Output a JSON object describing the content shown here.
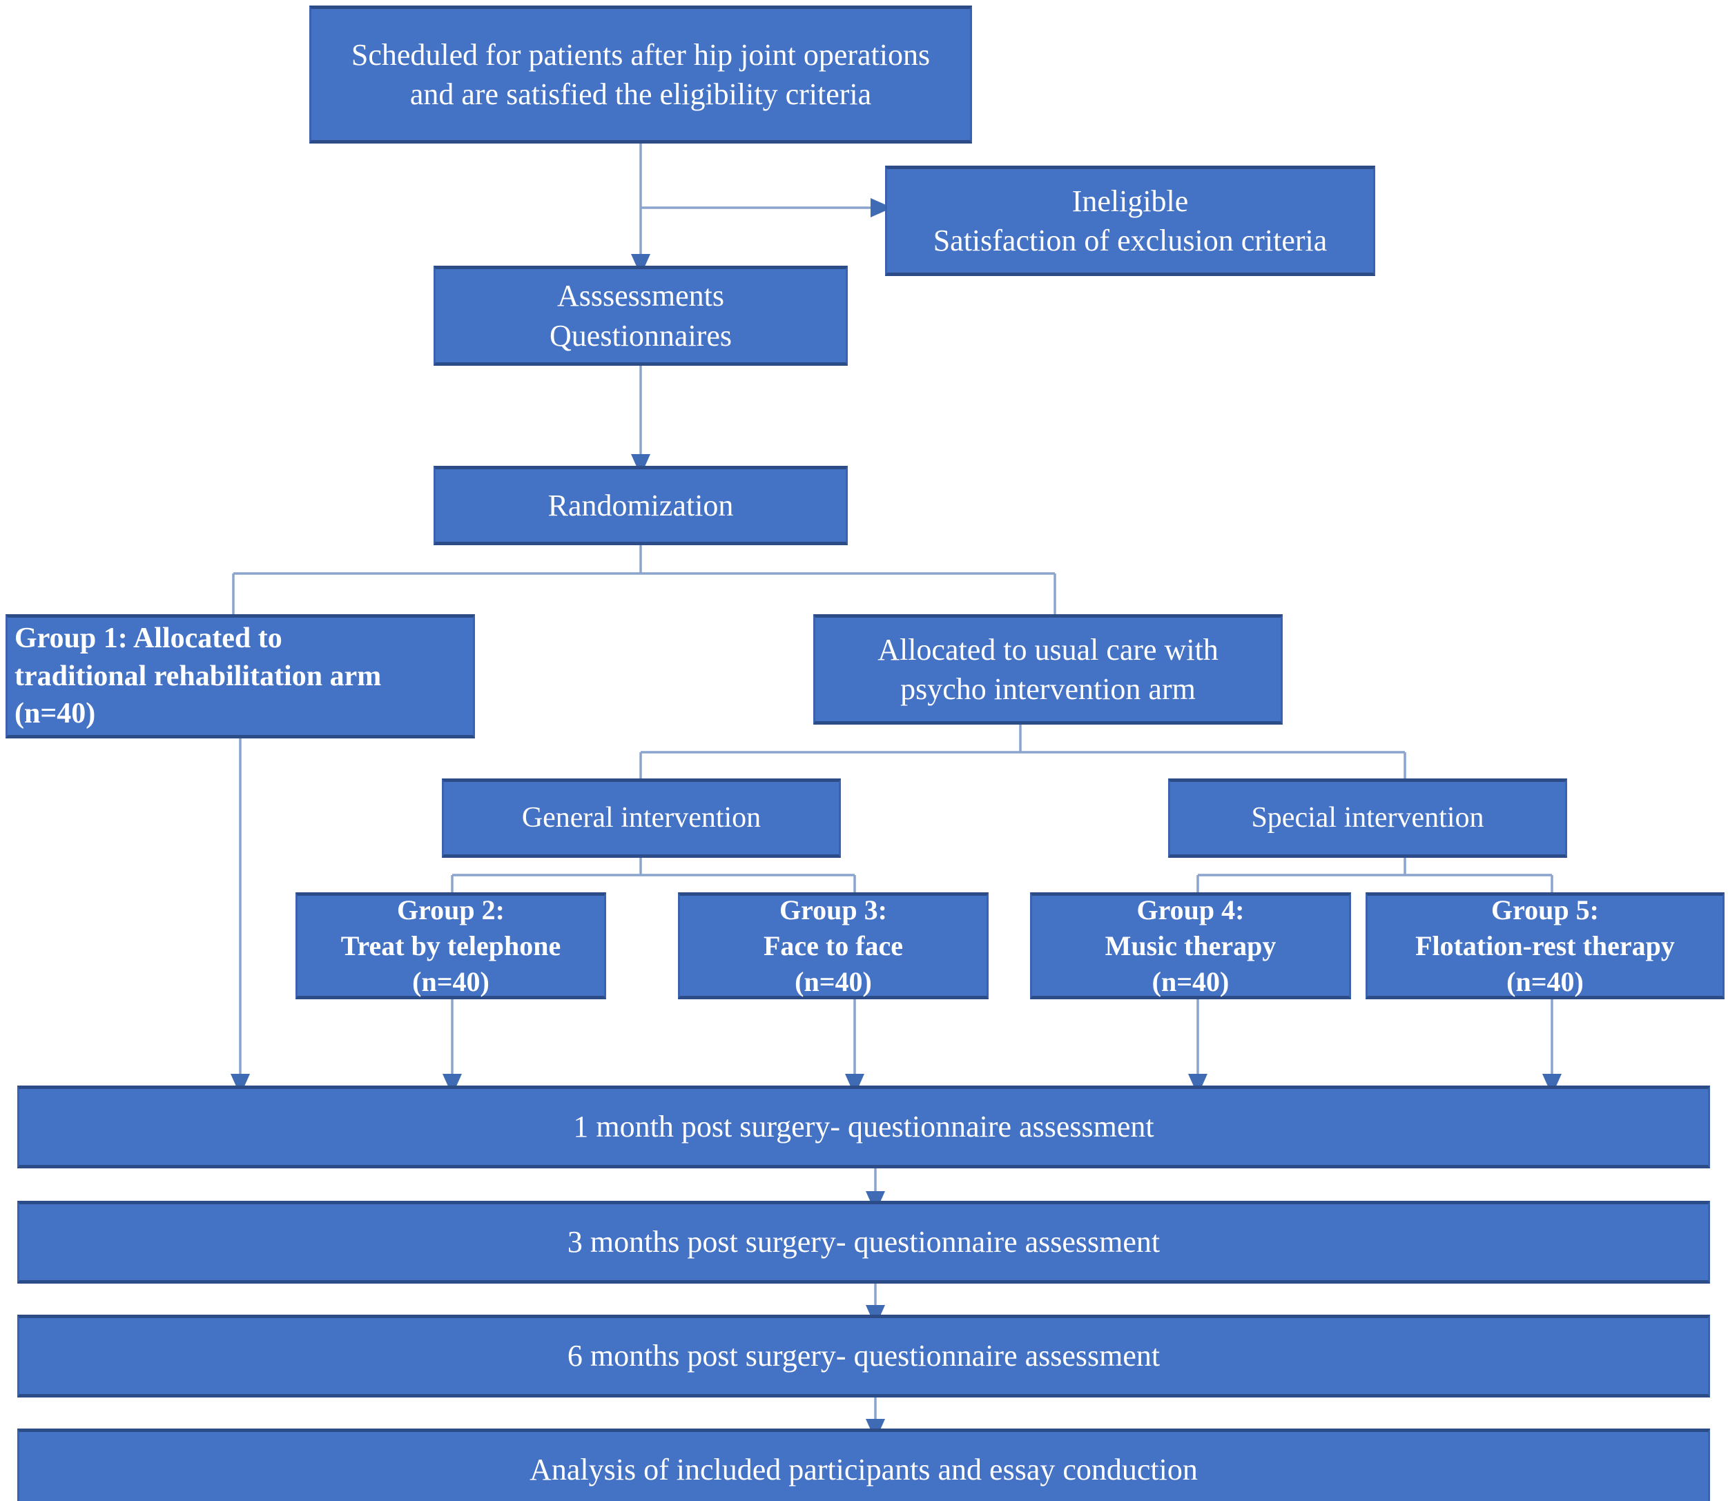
{
  "diagram": {
    "type": "consort-flow-diagram",
    "title": "Trial flow diagram",
    "colors": {
      "box_fill": "#4472C4",
      "box_border": "#2B4C86",
      "box_text": "#FFFFFF",
      "connector": "#7F9BC8",
      "background": "#FFFFFF"
    },
    "nodes": [
      {
        "id": "screening",
        "label": "Scheduled for patients after hip joint operations and are satisfied the eligibility criteria",
        "lines": [
          "Scheduled for patients after hip joint operations",
          "and are satisfied the eligibility criteria"
        ],
        "bold": false,
        "align": "center"
      },
      {
        "id": "ineligible",
        "label": "Ineligible Satisfaction of exclusion criteria",
        "lines": [
          "Ineligible",
          "Satisfaction of exclusion criteria"
        ],
        "bold": false,
        "align": "center"
      },
      {
        "id": "assessments",
        "label": "Asssessments Questionnaires",
        "lines": [
          "Asssessments",
          "Questionnaires"
        ],
        "bold": false,
        "align": "center"
      },
      {
        "id": "randomization",
        "label": "Randomization",
        "lines": [
          "Randomization"
        ],
        "bold": false,
        "align": "center"
      },
      {
        "id": "group1",
        "label": "Group 1: Allocated to traditional rehabilitation arm (n=40)",
        "lines": [
          "Group 1: Allocated to",
          "traditional rehabilitation arm",
          "(n=40)"
        ],
        "bold": true,
        "align": "left"
      },
      {
        "id": "usual-care",
        "label": "Allocated to usual care with psycho intervention arm",
        "lines": [
          "Allocated to usual care with",
          "psycho intervention arm"
        ],
        "bold": false,
        "align": "center"
      },
      {
        "id": "general-intervention",
        "label": "General intervention",
        "lines": [
          "General intervention"
        ],
        "bold": false,
        "align": "center"
      },
      {
        "id": "special-intervention",
        "label": "Special intervention",
        "lines": [
          "Special intervention"
        ],
        "bold": false,
        "align": "center"
      },
      {
        "id": "group2",
        "label": "Group 2: Treat by telephone (n=40)",
        "lines": [
          "Group 2:",
          "Treat by telephone",
          "(n=40)"
        ],
        "bold": true,
        "align": "center"
      },
      {
        "id": "group3",
        "label": "Group 3: Face to face (n=40)",
        "lines": [
          "Group 3:",
          "Face to face",
          "(n=40)"
        ],
        "bold": true,
        "align": "center"
      },
      {
        "id": "group4",
        "label": "Group 4: Music therapy (n=40)",
        "lines": [
          "Group 4:",
          "Music therapy",
          "(n=40)"
        ],
        "bold": true,
        "align": "center"
      },
      {
        "id": "group5",
        "label": "Group 5: Flotation-rest therapy (n=40)",
        "lines": [
          "Group 5:",
          "Flotation-rest therapy",
          "(n=40)"
        ],
        "bold": true,
        "align": "center"
      },
      {
        "id": "followup-1month",
        "label": "1 month post surgery- questionnaire assessment",
        "lines": [
          "1 month post surgery- questionnaire assessment"
        ],
        "bold": false,
        "align": "center"
      },
      {
        "id": "followup-3months",
        "label": "3 months post surgery- questionnaire assessment",
        "lines": [
          "3 months post surgery- questionnaire assessment"
        ],
        "bold": false,
        "align": "center"
      },
      {
        "id": "followup-6months",
        "label": "6 months post surgery- questionnaire assessment",
        "lines": [
          "6 months post surgery- questionnaire assessment"
        ],
        "bold": false,
        "align": "center"
      },
      {
        "id": "analysis",
        "label": "Analysis of included participants and essay conduction",
        "lines": [
          "Analysis of included participants and essay conduction"
        ],
        "bold": false,
        "align": "center"
      }
    ],
    "edges": [
      {
        "from": "screening",
        "to": "assessments",
        "style": "arrow-down"
      },
      {
        "from": "screening",
        "to": "ineligible",
        "style": "arrow-right"
      },
      {
        "from": "assessments",
        "to": "randomization",
        "style": "arrow-down"
      },
      {
        "from": "randomization",
        "to": "group1",
        "style": "split"
      },
      {
        "from": "randomization",
        "to": "usual-care",
        "style": "split"
      },
      {
        "from": "usual-care",
        "to": "general-intervention",
        "style": "split"
      },
      {
        "from": "usual-care",
        "to": "special-intervention",
        "style": "split"
      },
      {
        "from": "general-intervention",
        "to": "group2",
        "style": "split"
      },
      {
        "from": "general-intervention",
        "to": "group3",
        "style": "split"
      },
      {
        "from": "special-intervention",
        "to": "group4",
        "style": "split"
      },
      {
        "from": "special-intervention",
        "to": "group5",
        "style": "split"
      },
      {
        "from": "group1",
        "to": "followup-1month",
        "style": "arrow-down"
      },
      {
        "from": "group2",
        "to": "followup-1month",
        "style": "arrow-down"
      },
      {
        "from": "group3",
        "to": "followup-1month",
        "style": "arrow-down"
      },
      {
        "from": "group4",
        "to": "followup-1month",
        "style": "arrow-down"
      },
      {
        "from": "group5",
        "to": "followup-1month",
        "style": "arrow-down"
      },
      {
        "from": "followup-1month",
        "to": "followup-3months",
        "style": "arrow-down"
      },
      {
        "from": "followup-3months",
        "to": "followup-6months",
        "style": "arrow-down"
      },
      {
        "from": "followup-6months",
        "to": "analysis",
        "style": "arrow-down"
      }
    ]
  }
}
